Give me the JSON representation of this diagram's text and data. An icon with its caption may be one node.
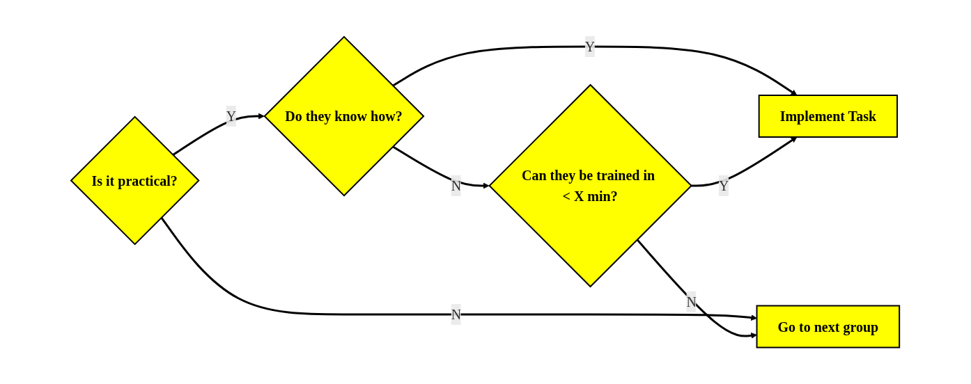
{
  "diagram": {
    "nodes": [
      {
        "text": [
          "Is it practical?"
        ]
      },
      {
        "text": [
          "Do they know how?"
        ]
      },
      {
        "text": [
          "Implement Task"
        ]
      },
      {
        "text": [
          "Go to next group"
        ]
      },
      {
        "text": [
          "Can they be trained in < X min?"
        ]
      }
    ],
    "edges": [
      {
        "from": 0,
        "to": 1,
        "label": "Y",
        "arrow": "to"
      },
      {
        "from": 1,
        "to": 2,
        "label": "Y",
        "arrow": "to"
      },
      {
        "from": 0,
        "to": 3,
        "label": "N",
        "arrow": "to"
      },
      {
        "from": 1,
        "to": 4,
        "label": "N",
        "arrow": "to"
      },
      {
        "from": 4,
        "to": 3,
        "label": "N",
        "arrow": "to"
      },
      {
        "from": 4,
        "to": 2,
        "label": "Y",
        "arrow": "to"
      }
    ]
  }
}
